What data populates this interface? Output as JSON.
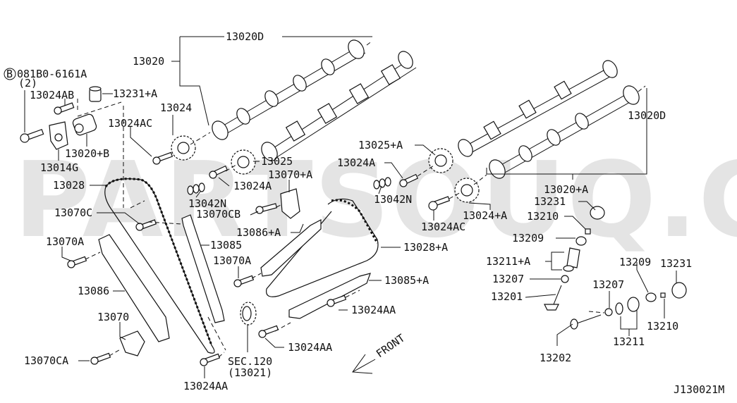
{
  "diagram": {
    "watermark": "PARTSOUQ.COM",
    "drawing_code": "J130021M",
    "front_arrow_label": "FRONT",
    "bolt_ref": {
      "symbol": "B",
      "part": "081B0-6161A",
      "qty": "(2)"
    },
    "labels": {
      "p13020D_top": "13020D",
      "p13020": "13020",
      "p13024AB": "13024AB",
      "p13231A": "13231+A",
      "p13024": "13024",
      "p13024AC_left": "13024AC",
      "p13020B": "13020+B",
      "p13014G": "13014G",
      "p13025": "13025",
      "p13024A_left": "13024A",
      "p13070A_top": "13070+A",
      "p13028": "13028",
      "p13042N_left": "13042N",
      "p13070CB": "13070CB",
      "p13070C": "13070C",
      "p13086A": "13086+A",
      "p13085": "13085",
      "p13070A_left": "13070A",
      "p13070A_mid": "13070A",
      "p13086": "13086",
      "p13070": "13070",
      "p13070CA": "13070CA",
      "p13024AA_bottom": "13024AA",
      "sec120": "SEC.120",
      "sec120_sub": "(13021)",
      "p13024AA_mid": "13024AA",
      "p13024AA_right": "13024AA",
      "p13085A": "13085+A",
      "p13028A": "13028+A",
      "p13025A": "13025+A",
      "p13024A_right": "13024A",
      "p13042N_right": "13042N",
      "p13024AC_right": "13024AC",
      "p13024_plusA": "13024+A",
      "p13020D_right": "13020D",
      "p13020A": "13020+A",
      "p13231_top": "13231",
      "p13210_top": "13210",
      "p13209_top": "13209",
      "p13211A": "13211+A",
      "p13207_top": "13207",
      "p13201": "13201",
      "p13209_right": "13209",
      "p13231_right": "13231",
      "p13207_right": "13207",
      "p13210_right": "13210",
      "p13211": "13211",
      "p13202": "13202"
    }
  }
}
